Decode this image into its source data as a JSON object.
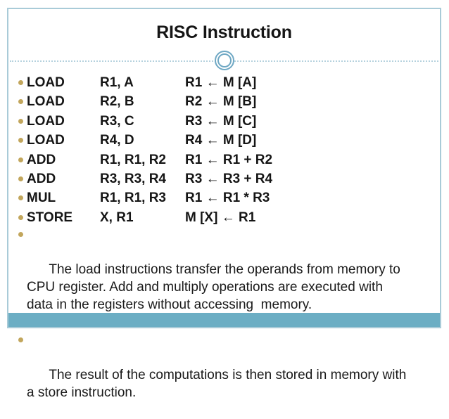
{
  "slide": {
    "title": "RISC Instruction",
    "colors": {
      "slide_border": "#a9cbd8",
      "divider_dots": "#b6d2de",
      "divider_circle": "#6fa8c4",
      "bullet": "#c2a65c",
      "accent_bar": "#6caec4",
      "text": "#1a1a1a"
    },
    "instructions": [
      {
        "opcode": "LOAD",
        "operands": "R1, A",
        "effect": "R1 ← M [A]"
      },
      {
        "opcode": "LOAD",
        "operands": "R2, B",
        "effect": "R2 ← M [B]"
      },
      {
        "opcode": "LOAD",
        "operands": "R3, C",
        "effect": "R3 ← M [C]"
      },
      {
        "opcode": "LOAD",
        "operands": "R4, D",
        "effect": "R4 ← M [D]"
      },
      {
        "opcode": "ADD",
        "operands": "R1, R1, R2",
        "effect": "R1 ← R1 + R2"
      },
      {
        "opcode": "ADD",
        "operands": "R3, R3, R4",
        "effect": "R3 ← R3 + R4"
      },
      {
        "opcode": "MUL",
        "operands": "R1, R1, R3",
        "effect": "R1 ← R1 * R3"
      },
      {
        "opcode": "STORE",
        "operands": "X, R1",
        "effect": "M [X] ← R1"
      }
    ],
    "notes": [
      {
        "text": "The load instructions transfer the operands from memory to\nCPU register. Add and multiply operations are executed with\ndata in the registers without accessing  memory."
      },
      {
        "text": "The result of the computations is then stored in memory with\na store instruction."
      }
    ]
  }
}
